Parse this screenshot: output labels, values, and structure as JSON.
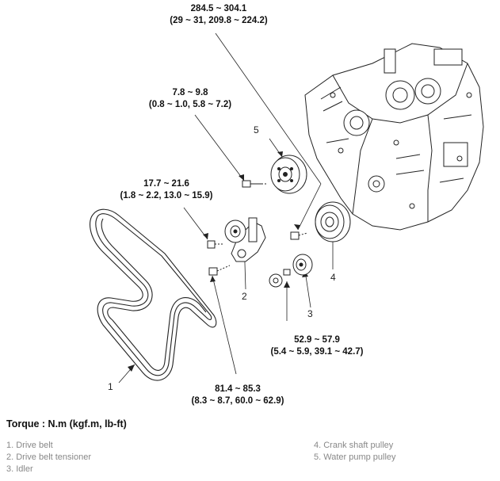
{
  "torque_labels": {
    "crank_bolt": {
      "line1": "284.5 ~ 304.1",
      "line2": "(29 ~ 31, 209.8 ~ 224.2)"
    },
    "water_pump_bolt": {
      "line1": "7.8 ~ 9.8",
      "line2": "(0.8 ~ 1.0, 5.8 ~ 7.2)"
    },
    "tensioner_top_bolt": {
      "line1": "17.7 ~ 21.6",
      "line2": "(1.8 ~ 2.2, 13.0 ~ 15.9)"
    },
    "idler_bolt": {
      "line1": "52.9 ~ 57.9",
      "line2": "(5.4 ~ 5.9, 39.1 ~ 42.7)"
    },
    "tensioner_bottom_bolt": {
      "line1": "81.4 ~ 85.3",
      "line2": "(8.3 ~ 8.7, 60.0 ~ 62.9)"
    }
  },
  "callouts": {
    "c1": "1",
    "c2": "2",
    "c3": "3",
    "c4": "4",
    "c5": "5"
  },
  "torque_unit": "Torque : N.m (kgf.m, lb-ft)",
  "legend": {
    "left": [
      "1. Drive belt",
      "2. Drive belt tensioner",
      "3. Idler"
    ],
    "right": [
      "4. Crank shaft pulley",
      "5. Water pump pulley"
    ]
  }
}
